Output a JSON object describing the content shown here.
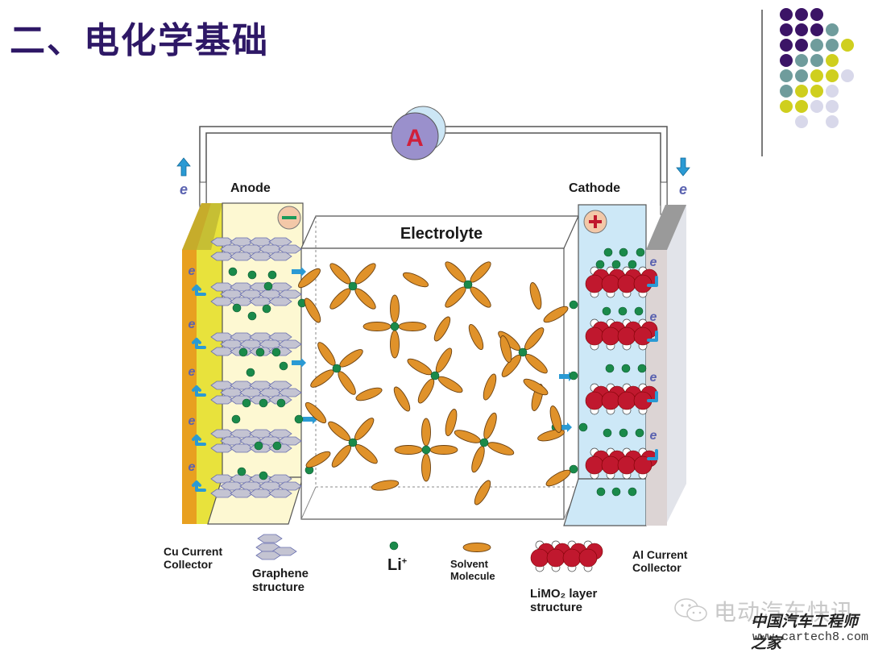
{
  "slide": {
    "title": "二、电化学基础"
  },
  "diagram": {
    "ammeter_label": "A",
    "anode_label": "Anode",
    "cathode_label": "Cathode",
    "electrolyte_label": "Electrolyte",
    "anode_sign": "−",
    "cathode_sign": "+",
    "electron_symbol": "e",
    "colors": {
      "cu_collector": "#e8a020",
      "anode_fill": "#fdf8d2",
      "cathode_fill": "#cde8f7",
      "al_collector": "#d9dadf",
      "li_ion": "#1a8a4a",
      "solvent": "#e0922a",
      "limo2_red": "#c0182e",
      "electron_arrow": "#2a9ad4",
      "ammeter": "#9a90cc",
      "ammeter_letter": "#d0203a"
    }
  },
  "legend": {
    "cu_collector": [
      "Cu Current",
      "Collector"
    ],
    "graphene": [
      "Graphene",
      "structure"
    ],
    "li_ion": "Li",
    "li_ion_sup": "+",
    "solvent": [
      "Solvent",
      "Molecule"
    ],
    "limo2": [
      "LiMO₂ layer",
      "structure"
    ],
    "al_collector": [
      "Al Current",
      "Collector"
    ]
  },
  "decoration": {
    "dot_colors": {
      "purple": "#3b1466",
      "teal": "#6f9c9c",
      "yellow": "#cfcf1e",
      "lavender": "#d8d8ea"
    }
  },
  "watermark": {
    "channel": "电动汽车快讯",
    "site_cn": "中国汽车工程师之家",
    "url": "www.cartech8.com"
  }
}
